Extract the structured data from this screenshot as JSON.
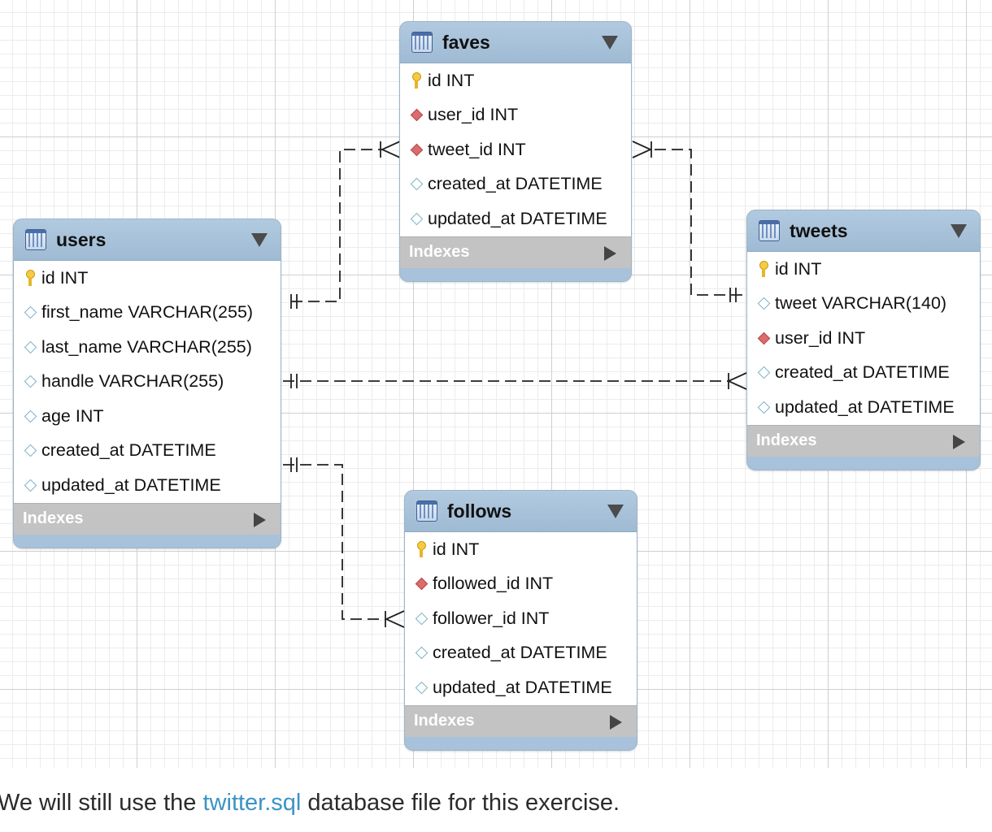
{
  "tables": [
    {
      "name": "users",
      "indexes_label": "Indexes",
      "columns": [
        {
          "text": "id INT",
          "kind": "pk"
        },
        {
          "text": "first_name VARCHAR(255)",
          "kind": "col"
        },
        {
          "text": "last_name VARCHAR(255)",
          "kind": "col"
        },
        {
          "text": "handle VARCHAR(255)",
          "kind": "col"
        },
        {
          "text": "age INT",
          "kind": "col"
        },
        {
          "text": "created_at DATETIME",
          "kind": "col"
        },
        {
          "text": "updated_at DATETIME",
          "kind": "col"
        }
      ]
    },
    {
      "name": "faves",
      "indexes_label": "Indexes",
      "columns": [
        {
          "text": "id INT",
          "kind": "pk"
        },
        {
          "text": "user_id INT",
          "kind": "fk"
        },
        {
          "text": "tweet_id INT",
          "kind": "fk"
        },
        {
          "text": "created_at DATETIME",
          "kind": "col"
        },
        {
          "text": "updated_at DATETIME",
          "kind": "col"
        }
      ]
    },
    {
      "name": "tweets",
      "indexes_label": "Indexes",
      "columns": [
        {
          "text": "id INT",
          "kind": "pk"
        },
        {
          "text": "tweet VARCHAR(140)",
          "kind": "col"
        },
        {
          "text": "user_id INT",
          "kind": "fk"
        },
        {
          "text": "created_at DATETIME",
          "kind": "col"
        },
        {
          "text": "updated_at DATETIME",
          "kind": "col"
        }
      ]
    },
    {
      "name": "follows",
      "indexes_label": "Indexes",
      "columns": [
        {
          "text": "id INT",
          "kind": "pk"
        },
        {
          "text": "followed_id INT",
          "kind": "fk"
        },
        {
          "text": "follower_id INT",
          "kind": "col"
        },
        {
          "text": "created_at DATETIME",
          "kind": "col"
        },
        {
          "text": "updated_at DATETIME",
          "kind": "col"
        }
      ]
    }
  ],
  "caption": {
    "before": "We will still use the ",
    "link": "twitter.sql",
    "after": " database file for this exercise."
  },
  "colors": {
    "header": "#a7c2da",
    "indexes": "#c3c3c3",
    "link": "#3b93c6",
    "fk": "#d96c6c",
    "pk": "#f4cb43"
  }
}
